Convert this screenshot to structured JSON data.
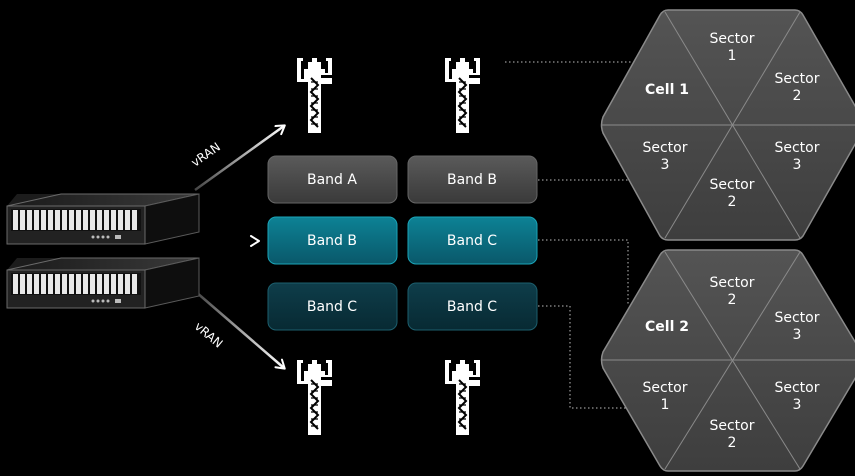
{
  "links": {
    "top_label": "vRAN",
    "bottom_label": "vRAN"
  },
  "bands": {
    "row1": {
      "col1": "Band A",
      "col2": "Band B"
    },
    "row2": {
      "col1": "Band B",
      "col2": "Band C"
    },
    "row3": {
      "col1": "Band C",
      "col2": "Band C"
    }
  },
  "cell1": {
    "label": "Cell 1",
    "sectors": {
      "top": [
        "Sector",
        "1"
      ],
      "top_right": [
        "Sector",
        "2"
      ],
      "bottom_right": [
        "Sector",
        "3"
      ],
      "bottom": [
        "Sector",
        "2"
      ],
      "bottom_left": [
        "Sector",
        "3"
      ]
    }
  },
  "cell2": {
    "label": "Cell 2",
    "sectors": {
      "top": [
        "Sector",
        "2"
      ],
      "top_right": [
        "Sector",
        "3"
      ],
      "bottom_right": [
        "Sector",
        "3"
      ],
      "bottom": [
        "Sector",
        "2"
      ],
      "bottom_left": [
        "Sector",
        "1"
      ]
    }
  },
  "colors": {
    "background": "#000000",
    "band_gray": "#4a4a4a",
    "band_teal": "#0b6f80",
    "band_dark_teal": "#0b3440",
    "hexagon_fill": "#4b4b4b",
    "hexagon_stroke": "#8a8a8a",
    "tower": "#ffffff",
    "connector": "#cccccc"
  },
  "icons": [
    "server-icon",
    "cell-tower-icon"
  ]
}
